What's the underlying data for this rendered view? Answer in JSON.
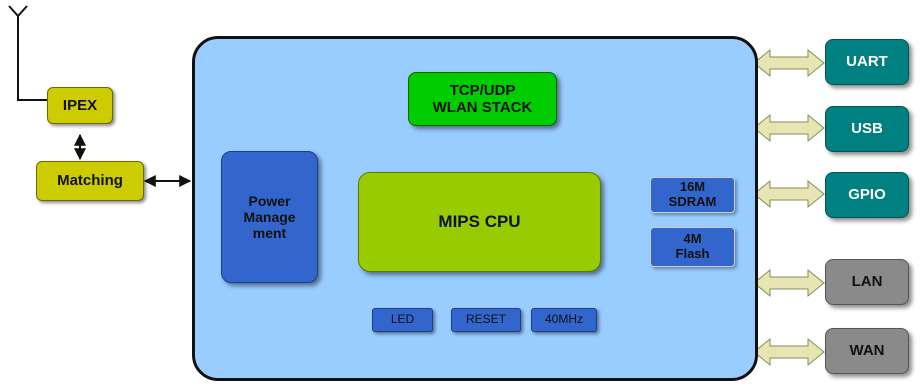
{
  "blocks": {
    "ipex": "IPEX",
    "matching": "Matching",
    "tcp_udp": "TCP/UDP\nWLAN STACK",
    "power": "Power\nManage\nment",
    "cpu": "MIPS CPU",
    "sdram": "16M\nSDRAM",
    "flash": "4M\nFlash",
    "led": "LED",
    "reset": "RESET",
    "clock": "40MHz"
  },
  "ports": {
    "uart": "UART",
    "usb": "USB",
    "gpio": "GPIO",
    "lan": "LAN",
    "wan": "WAN"
  },
  "colors": {
    "board": "#99ccff",
    "yellow": "#cccc00",
    "green_dark": "#00cc00",
    "green_light": "#99cc00",
    "blue": "#3366cc",
    "teal": "#008080",
    "gray": "#8a8a8a",
    "arrow_khaki": "#e6e6b4"
  },
  "icons": [
    "antenna-icon"
  ]
}
